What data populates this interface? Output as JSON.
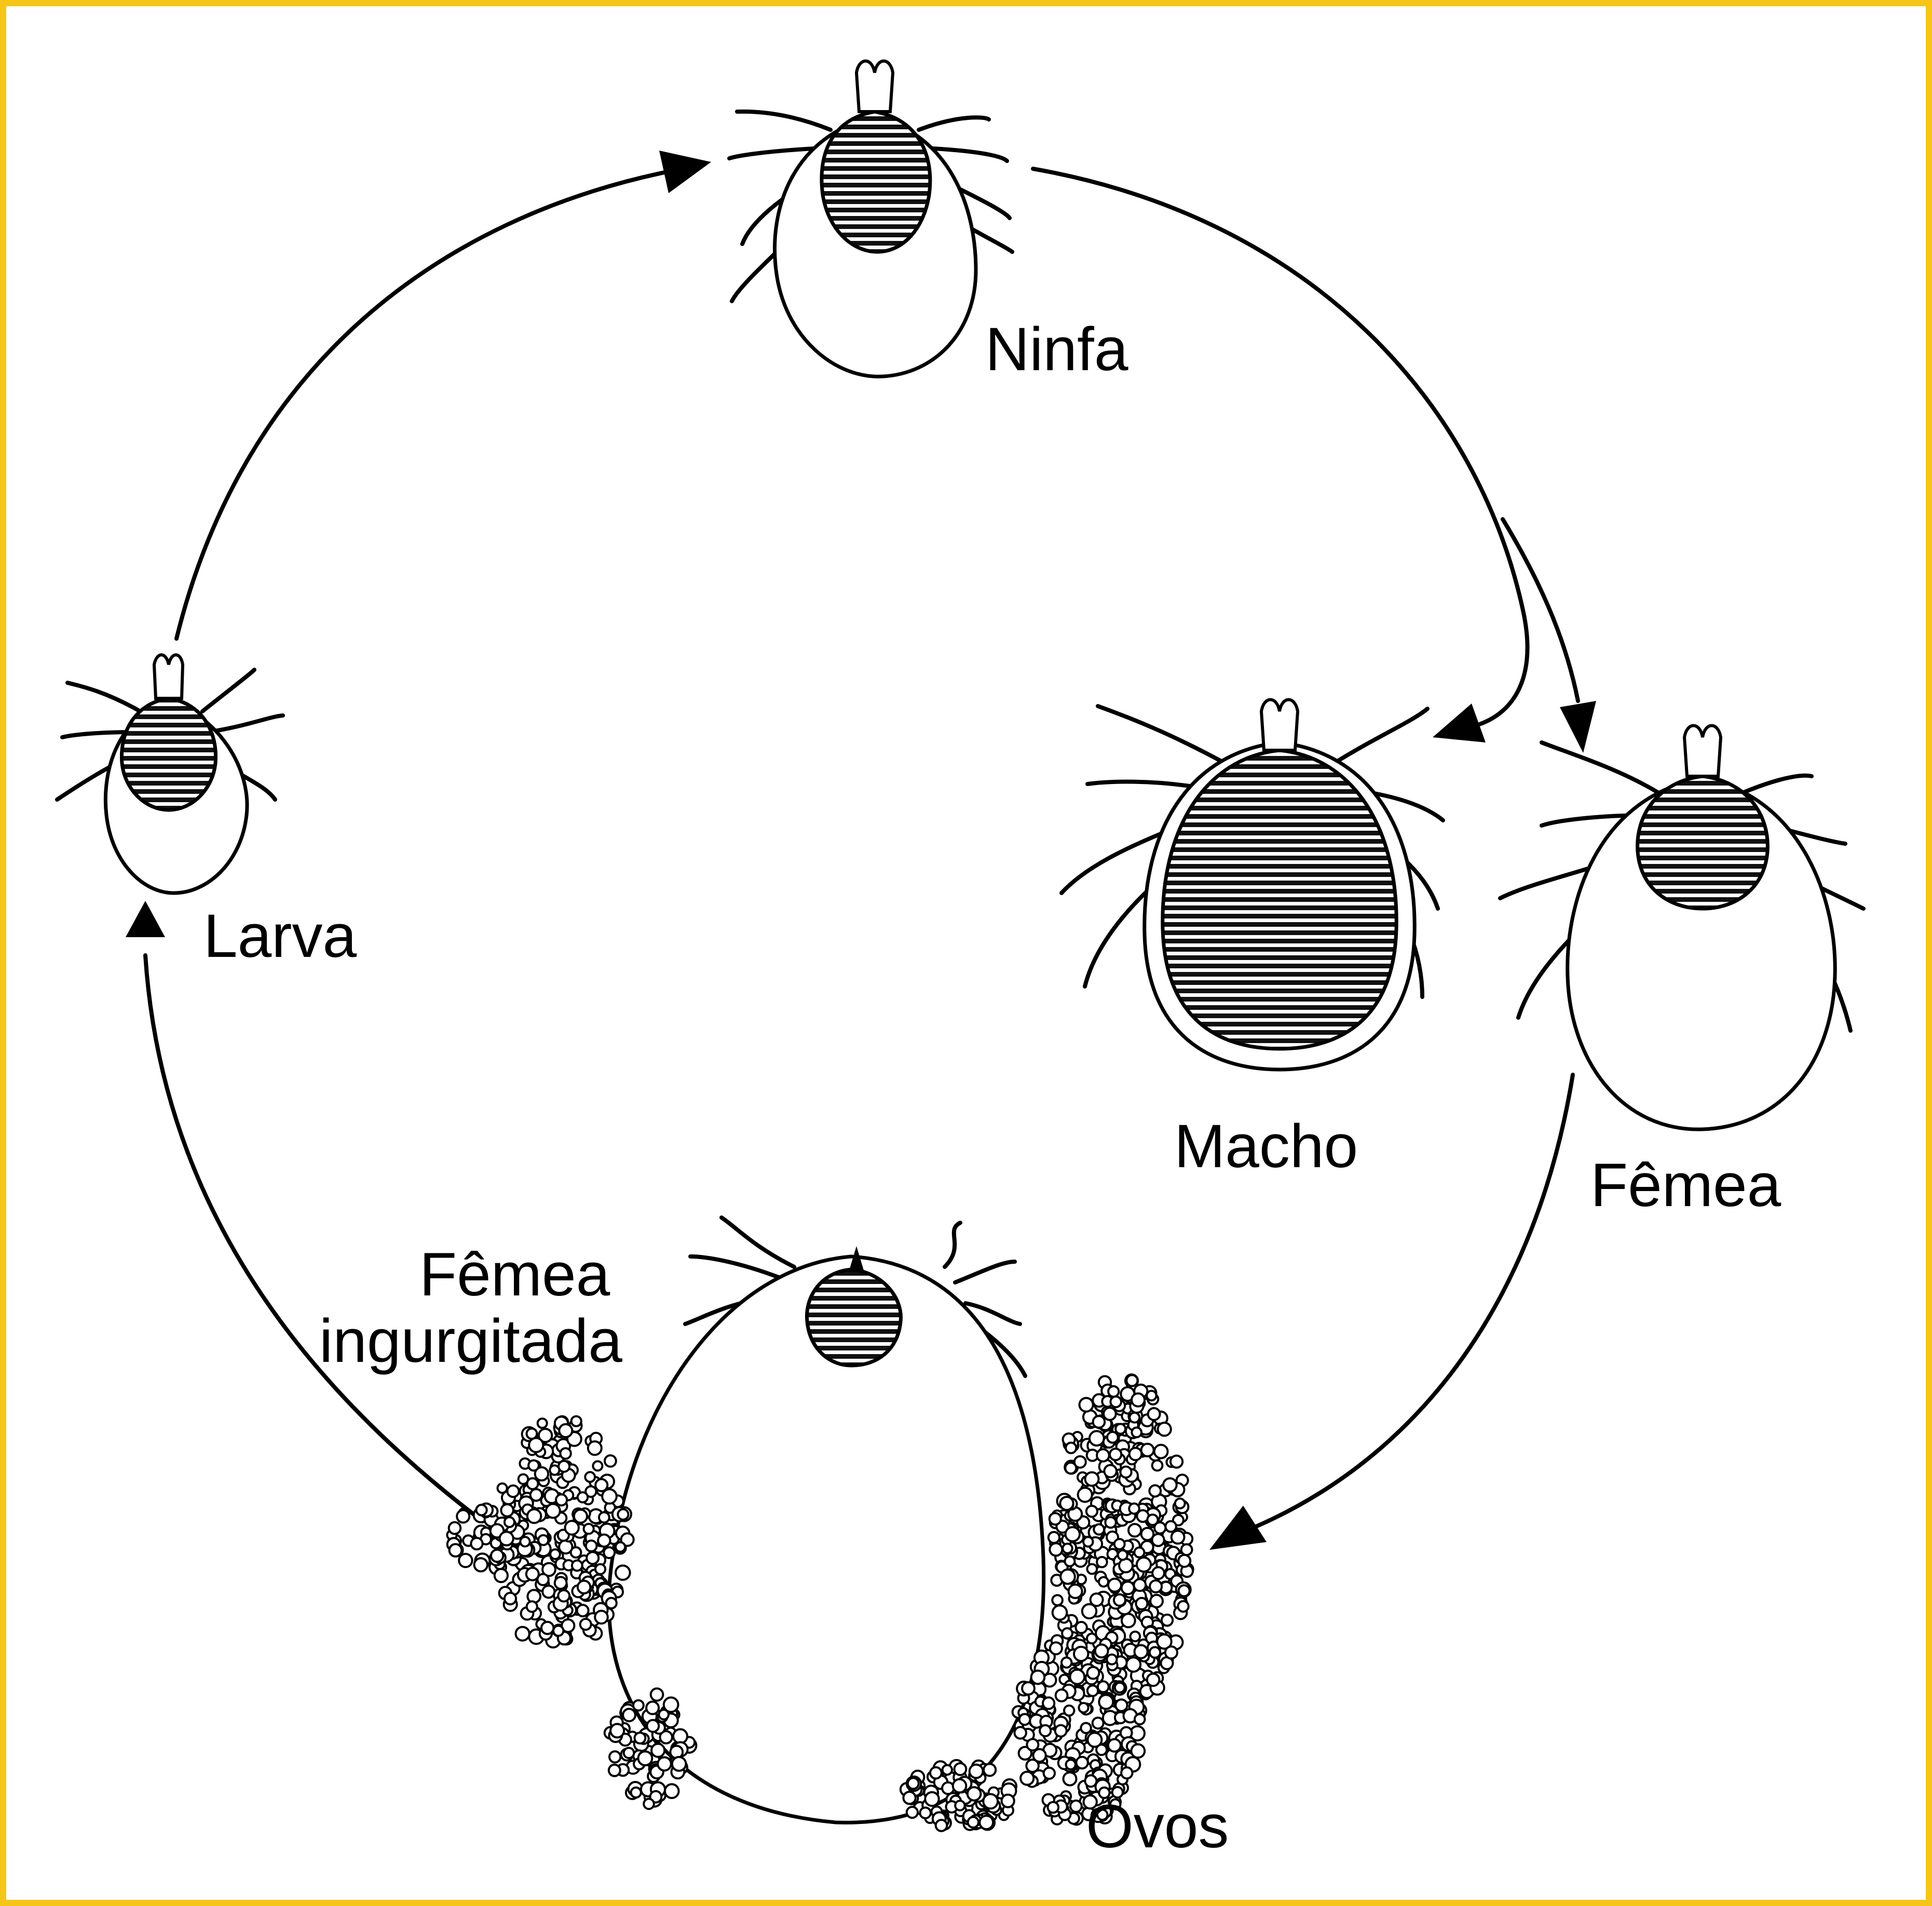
{
  "diagram": {
    "labels": {
      "ninfa": "Ninfa",
      "larva": "Larva",
      "macho": "Macho",
      "femea": "Fêmea",
      "femea_ingurgitada_line1": "Fêmea",
      "femea_ingurgitada_line2": "ingurgitada",
      "ovos": "Ovos"
    },
    "colors": {
      "frame_border": "#f5c518",
      "ink": "#000000",
      "background": "#ffffff"
    },
    "cycle_order": [
      "Ovos",
      "Larva",
      "Ninfa",
      "Macho",
      "Fêmea",
      "Fêmea ingurgitada"
    ]
  }
}
